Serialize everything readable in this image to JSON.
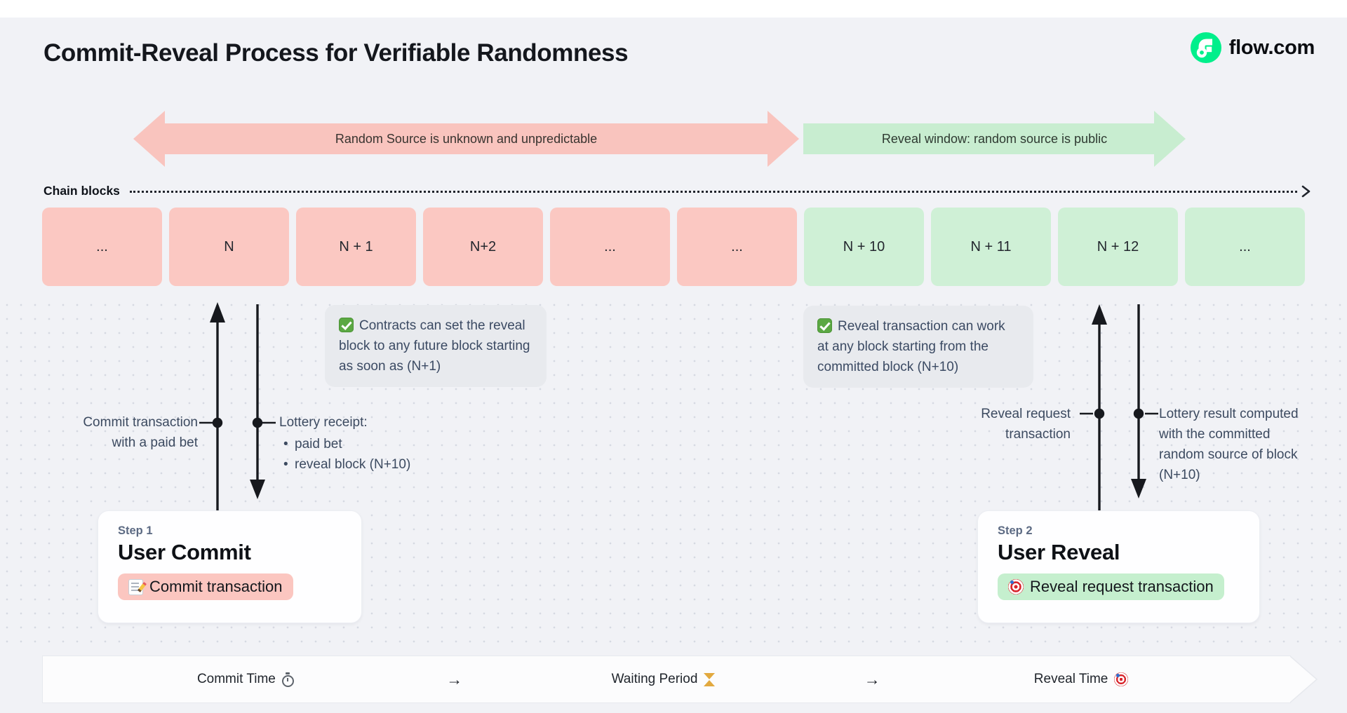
{
  "title": "Commit-Reveal Process for Verifiable Randomness",
  "brand": {
    "name": "flow.com",
    "logo_color": "#00EF8B"
  },
  "phase_arrows": {
    "commit": {
      "label": "Random Source is unknown and unpredictable",
      "color": "#F9C4BE"
    },
    "reveal": {
      "label": "Reveal window: random source is public",
      "color": "#C8EDD0"
    }
  },
  "chain": {
    "label": "Chain blocks",
    "blocks": [
      {
        "label": "...",
        "phase": "commit"
      },
      {
        "label": "N",
        "phase": "commit"
      },
      {
        "label": "N + 1",
        "phase": "commit"
      },
      {
        "label": "N+2",
        "phase": "commit"
      },
      {
        "label": "...",
        "phase": "commit"
      },
      {
        "label": "...",
        "phase": "commit"
      },
      {
        "label": "N + 10",
        "phase": "reveal"
      },
      {
        "label": "N + 11",
        "phase": "reveal"
      },
      {
        "label": "N + 12",
        "phase": "reveal"
      },
      {
        "label": "...",
        "phase": "reveal"
      }
    ]
  },
  "notes": {
    "commit": {
      "icon": "check-icon",
      "text": "Contracts can set the reveal block to any future block starting as soon as (N+1)"
    },
    "reveal": {
      "icon": "check-icon",
      "text": "Reveal transaction can work at any block starting from the committed block (N+10)"
    }
  },
  "annotations": {
    "commit_up_label": "Commit transaction with a paid bet",
    "receipt": {
      "title": "Lottery receipt:",
      "items": [
        "paid bet",
        "reveal block (N+10)"
      ]
    },
    "reveal_up_label": "Reveal request transaction",
    "result_label": "Lottery result computed with the committed random source of block (N+10)"
  },
  "steps": [
    {
      "eyebrow": "Step 1",
      "title": "User Commit",
      "pill": {
        "icon": "memo-icon",
        "label": "Commit transaction",
        "color": "#FBC6C0"
      }
    },
    {
      "eyebrow": "Step 2",
      "title": "User Reveal",
      "pill": {
        "icon": "target-icon",
        "label": "Reveal request transaction",
        "color": "#C5EFCE"
      }
    }
  ],
  "timeline": {
    "items": [
      {
        "label": "Commit Time",
        "icon": "stopwatch-icon"
      },
      {
        "label": "→",
        "icon": "arrow-right-icon"
      },
      {
        "label": "Waiting Period",
        "icon": "hourglass-icon"
      },
      {
        "label": "→",
        "icon": "arrow-right-icon"
      },
      {
        "label": "Reveal Time",
        "icon": "target-icon"
      }
    ]
  },
  "colors": {
    "background": "#F1F2F6",
    "ink": "#17191E",
    "muted_text": "#3C4A60",
    "note_bg": "#E8EAEE",
    "commit_block": "#FBC8C2",
    "reveal_block": "#CFF0D6"
  }
}
